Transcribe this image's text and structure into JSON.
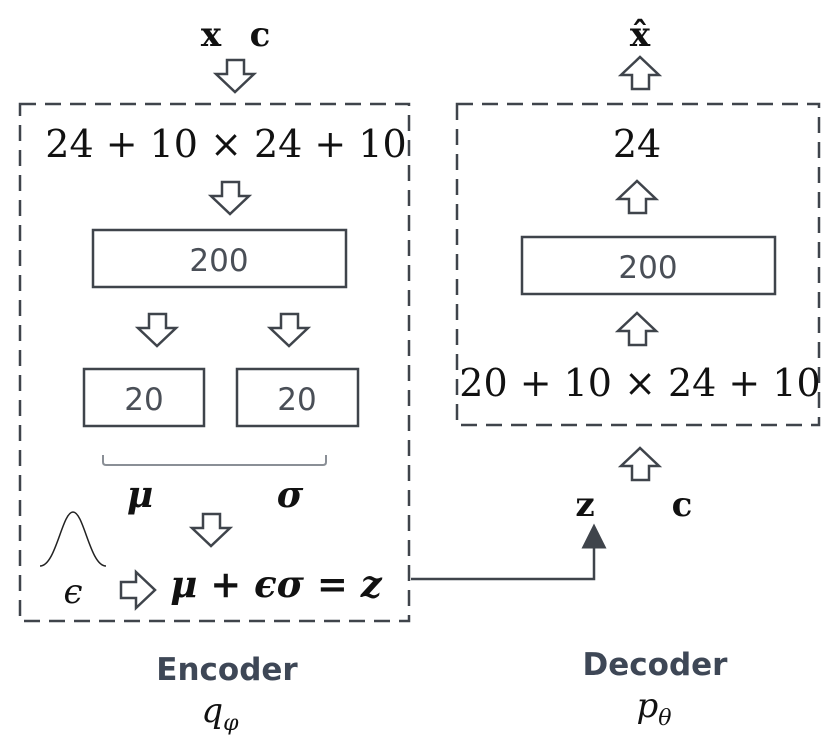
{
  "encoder": {
    "inputs": {
      "x": "x",
      "c": "c"
    },
    "input_dims": "24 + 10 × 24 + 10",
    "hidden": "200",
    "mu_box": "20",
    "sigma_box": "20",
    "mu_label": "μ",
    "sigma_label": "σ",
    "epsilon": "ϵ",
    "reparam": "μ + ϵσ = z",
    "title": "Encoder",
    "dist": {
      "base": "q",
      "sub": "φ"
    }
  },
  "decoder": {
    "output": "x̂",
    "output_dims": "24",
    "hidden": "200",
    "input_dims": "20 + 10 × 24 + 10",
    "z": "z",
    "c": "c",
    "title": "Decoder",
    "dist": {
      "base": "p",
      "sub": "θ"
    }
  },
  "colors": {
    "stroke": "#3f444b",
    "title": "#3e4756",
    "box_text": "#4a4f57"
  }
}
